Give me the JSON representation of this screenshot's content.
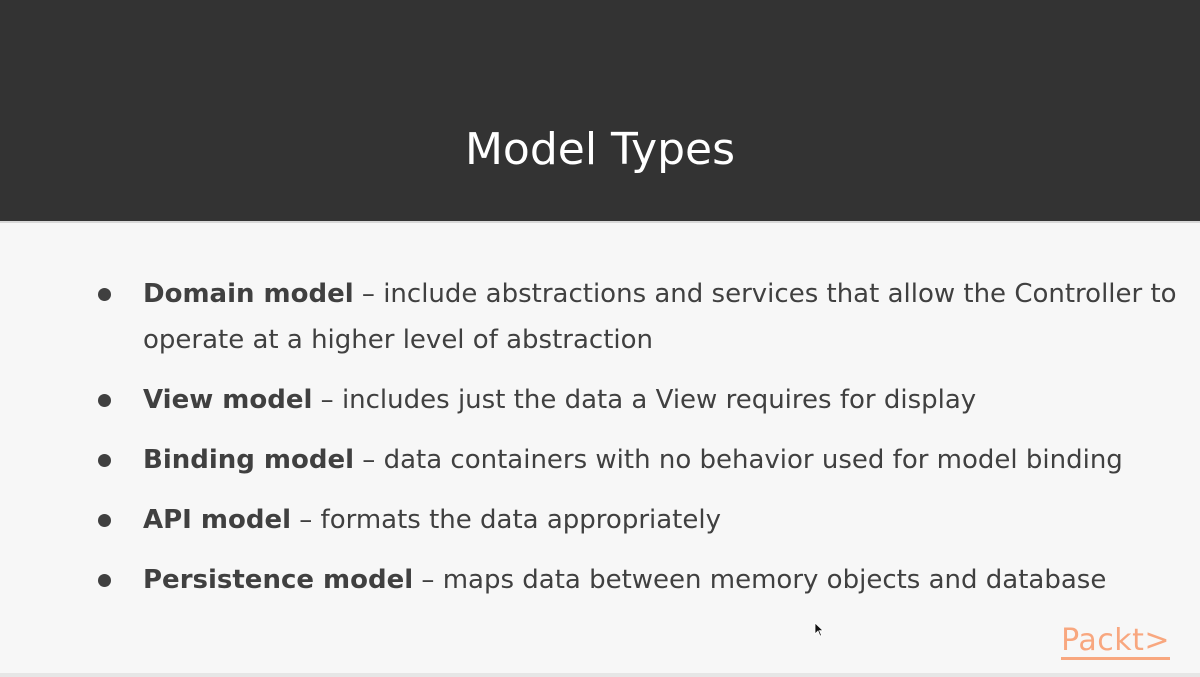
{
  "slide": {
    "title": "Model Types",
    "bullets": [
      {
        "term": "Domain model",
        "sep": " – ",
        "desc": "include abstractions and services that allow the Controller to operate at a higher level of abstraction"
      },
      {
        "term": "View model",
        "sep": " – ",
        "desc": "includes just the data a View requires for display"
      },
      {
        "term": "Binding model",
        "sep": " – ",
        "desc": "data containers with no behavior used for model binding"
      },
      {
        "term": "API model",
        "sep": " – ",
        "desc": "formats the data appropriately"
      },
      {
        "term": "Persistence model",
        "sep": " – ",
        "desc": "maps data between memory objects and database"
      }
    ],
    "logo": "Packt>",
    "colors": {
      "header": "#333333",
      "brand": "#f8a77f"
    }
  }
}
